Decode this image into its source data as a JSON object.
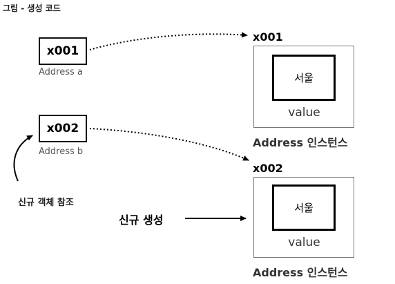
{
  "caption": "그림 - 생성 코드",
  "refs": [
    {
      "address": "x001",
      "label": "Address a"
    },
    {
      "address": "x002",
      "label": "Address b"
    }
  ],
  "instances": [
    {
      "address": "x001",
      "value": "서울",
      "value_label": "value",
      "caption": "Address 인스턴스"
    },
    {
      "address": "x002",
      "value": "서울",
      "value_label": "value",
      "caption": "Address 인스턴스"
    }
  ],
  "new_ref_note": "신규 객체 참조",
  "new_create_label": "신규 생성"
}
